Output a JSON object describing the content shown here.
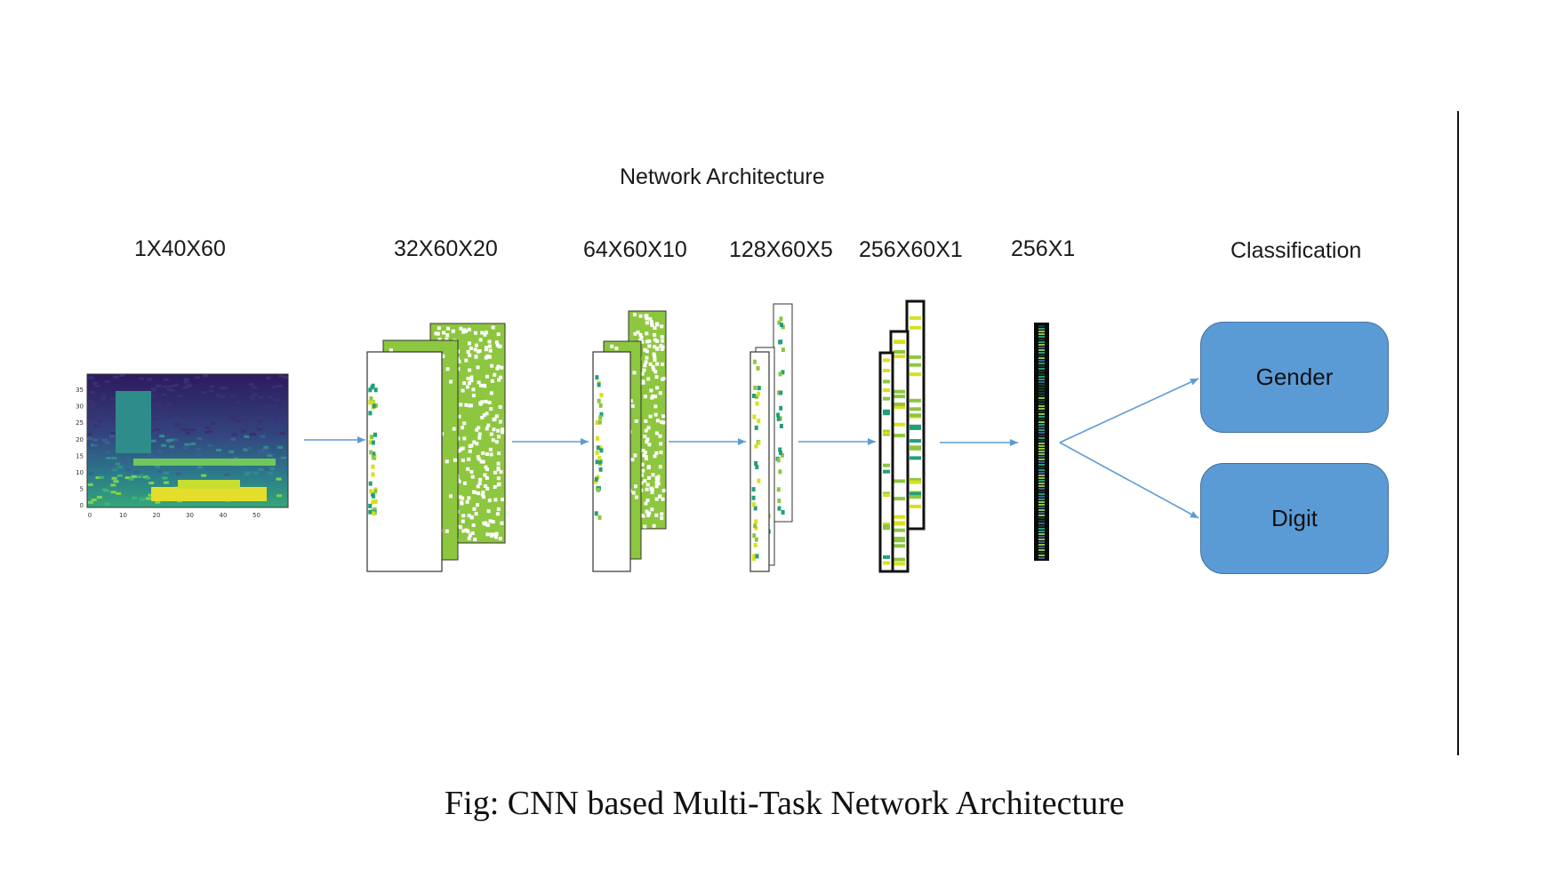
{
  "diagram": {
    "title": "Network Architecture",
    "layers": [
      {
        "shape": "1X40X60"
      },
      {
        "shape": "32X60X20"
      },
      {
        "shape": "64X60X10"
      },
      {
        "shape": "128X60X5"
      },
      {
        "shape": "256X60X1"
      },
      {
        "shape": "256X1"
      }
    ],
    "classification_label": "Classification",
    "outputs": [
      "Gender",
      "Digit"
    ],
    "spectrogram": {
      "y_ticks": [
        "35",
        "30",
        "25",
        "20",
        "15",
        "10",
        "5",
        "0"
      ],
      "x_ticks": [
        "0",
        "10",
        "20",
        "30",
        "40",
        "50"
      ]
    },
    "colors": {
      "output_box": "#5b9bd5",
      "arrow": "#5b9bd5",
      "feature_green": "#8dc63f",
      "feature_yellow": "#d7e11b",
      "feature_teal": "#21a07a"
    }
  },
  "caption": "Fig: CNN based Multi-Task Network Architecture"
}
